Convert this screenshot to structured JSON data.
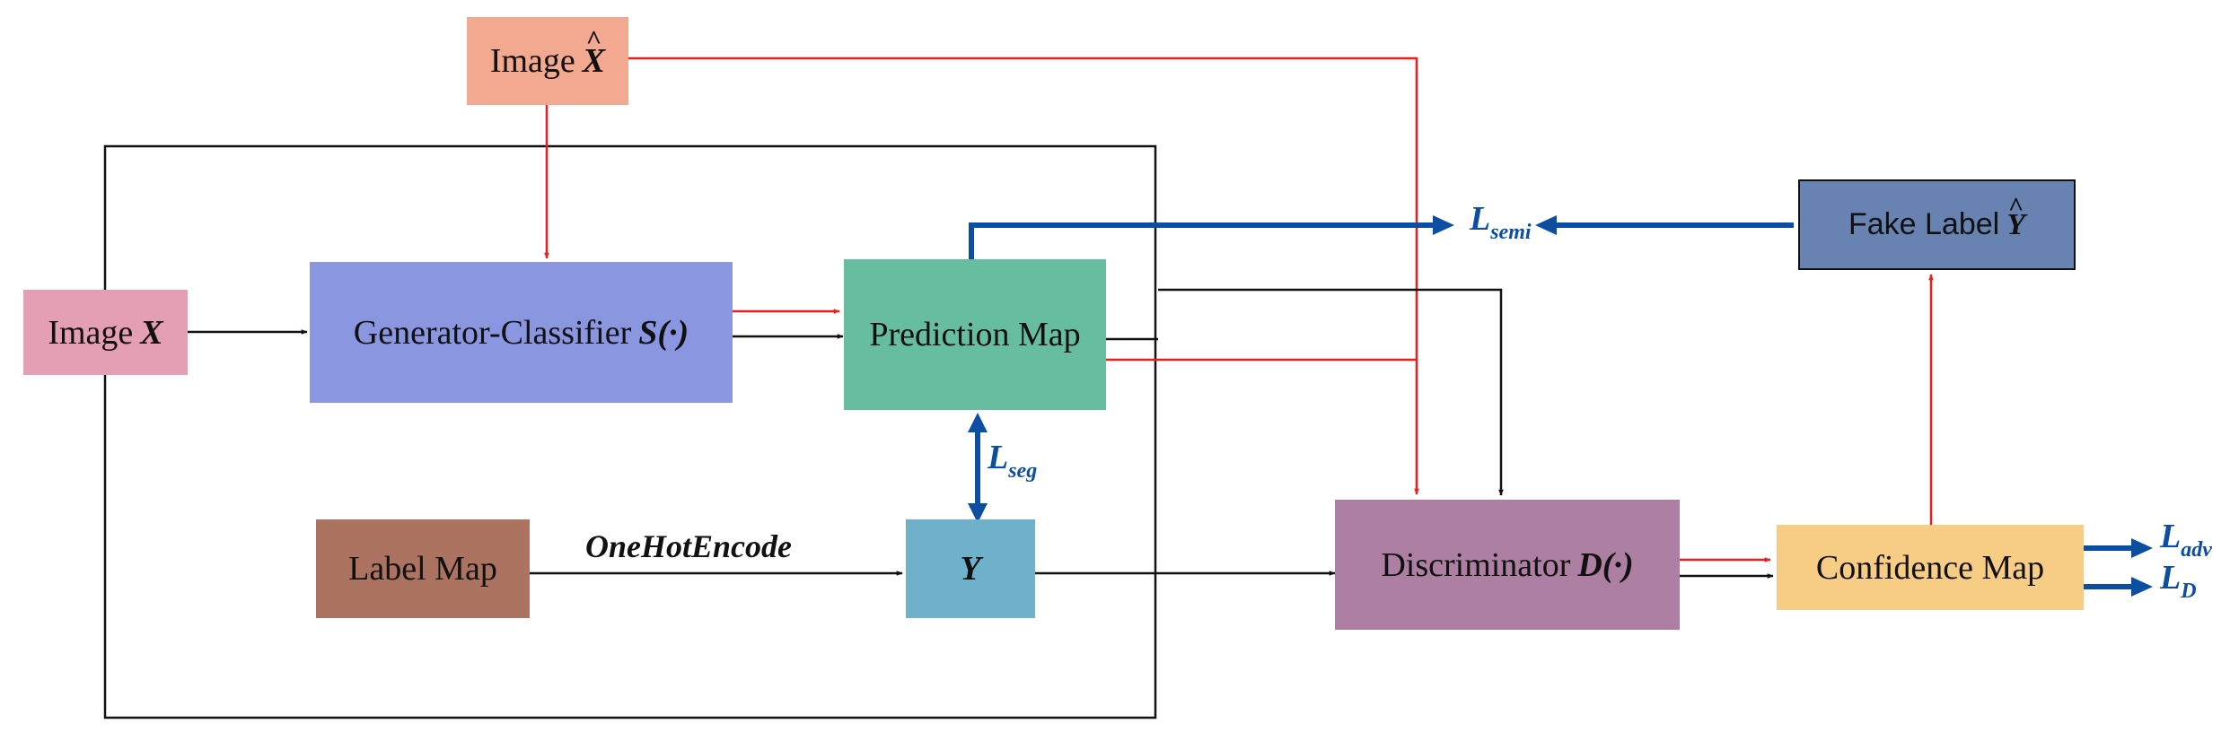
{
  "nodes": {
    "image_x_hat": {
      "label": "Image",
      "symbol": "X",
      "color": "#f2a98f"
    },
    "image_x": {
      "label": "Image",
      "symbol": "X",
      "color": "#e59fb4"
    },
    "generator": {
      "label": "Generator-Classifier",
      "symbol": "S(·)",
      "color": "#8a96df"
    },
    "prediction_map": {
      "label": "Prediction Map",
      "color": "#67bd9f"
    },
    "label_map": {
      "label": "Label Map",
      "color": "#ab7360"
    },
    "y": {
      "symbol": "Y",
      "color": "#6fb1cb"
    },
    "discriminator": {
      "label": "Discriminator",
      "symbol": "D(·)",
      "color": "#ad7fa3"
    },
    "confidence_map": {
      "label": "Confidence Map",
      "color": "#f7cd85"
    },
    "fake_label": {
      "label": "Fake Label",
      "symbol": "Y",
      "color": "#6882b1"
    }
  },
  "edge_labels": {
    "onehot": "OneHotEncode",
    "l_semi": {
      "main": "L",
      "sub": "semi"
    },
    "l_seg": {
      "main": "L",
      "sub": "seg"
    },
    "l_adv": {
      "main": "L",
      "sub": "adv"
    },
    "l_d": {
      "main": "L",
      "sub": "D"
    }
  },
  "colors": {
    "red": "#ee1c1c",
    "blue": "#0b4ea2",
    "black": "#111111"
  }
}
